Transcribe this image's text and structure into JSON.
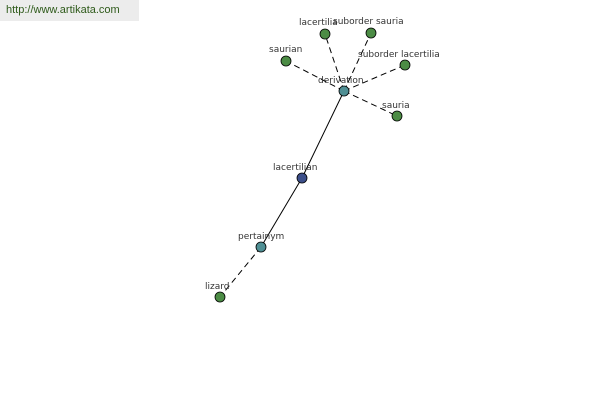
{
  "watermark": "http://www.artikata.com",
  "colors": {
    "center_node": "#3c4f8a",
    "hub_node": "#4f8f94",
    "leaf_node": "#4c8c45"
  },
  "graph": {
    "nodes": [
      {
        "id": "lacertilian",
        "label": "lacertilian",
        "kind": "center"
      },
      {
        "id": "derivation",
        "label": "derivation",
        "kind": "hub"
      },
      {
        "id": "pertainym",
        "label": "pertainym",
        "kind": "hub"
      },
      {
        "id": "lizard",
        "label": "lizard",
        "kind": "leaf"
      },
      {
        "id": "lacertilia",
        "label": "lacertilia",
        "kind": "leaf"
      },
      {
        "id": "suborder-sauria",
        "label": "suborder sauria",
        "kind": "leaf"
      },
      {
        "id": "saurian",
        "label": "saurian",
        "kind": "leaf"
      },
      {
        "id": "suborder-lacertilia",
        "label": "suborder lacertilia",
        "kind": "leaf"
      },
      {
        "id": "sauria",
        "label": "sauria",
        "kind": "leaf"
      }
    ],
    "edges": [
      {
        "from": "lacertilian",
        "to": "derivation",
        "style": "solid"
      },
      {
        "from": "lacertilian",
        "to": "pertainym",
        "style": "solid"
      },
      {
        "from": "pertainym",
        "to": "lizard",
        "style": "dashed"
      },
      {
        "from": "derivation",
        "to": "lacertilia",
        "style": "dashed"
      },
      {
        "from": "derivation",
        "to": "suborder-sauria",
        "style": "dashed"
      },
      {
        "from": "derivation",
        "to": "saurian",
        "style": "dashed"
      },
      {
        "from": "derivation",
        "to": "suborder-lacertilia",
        "style": "dashed"
      },
      {
        "from": "derivation",
        "to": "sauria",
        "style": "dashed"
      }
    ]
  }
}
